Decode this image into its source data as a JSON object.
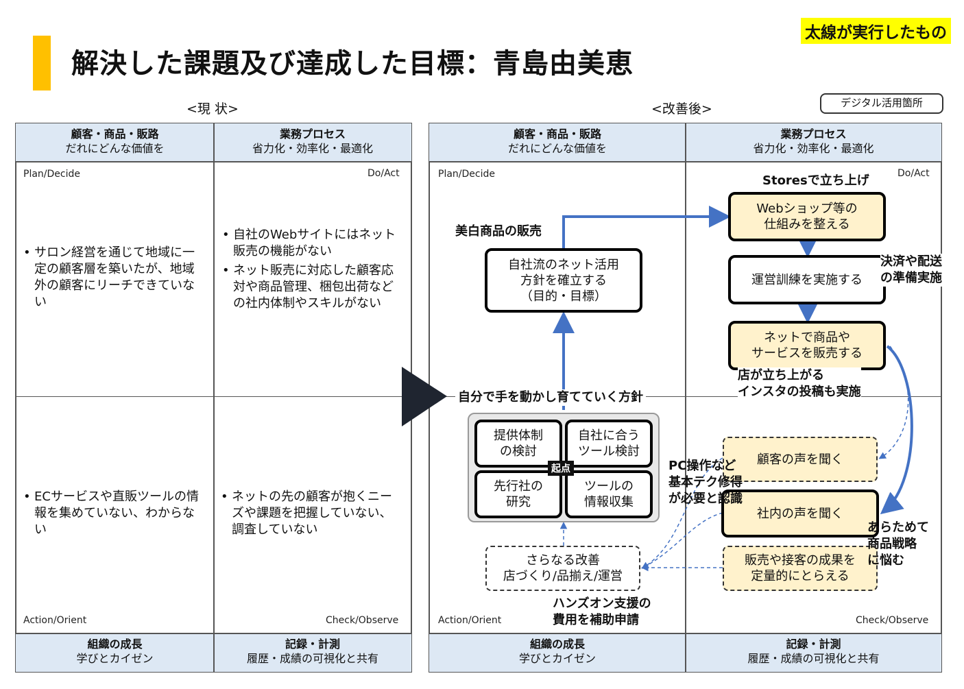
{
  "legend": "太線が実行したもの",
  "title": "解決した課題及び達成した目標：青島由美恵",
  "current_label": "<現 状>",
  "improved_label": "<改善後>",
  "digital_badge": "デジタル活用箇所",
  "headers": {
    "customer_title": "顧客・商品・販路",
    "customer_sub": "だれにどんな価値を",
    "process_title": "業務プロセス",
    "process_sub": "省力化・効率化・最適化",
    "org_title": "組織の成長",
    "org_sub": "学びとカイゼン",
    "record_title": "記録・計測",
    "record_sub": "履歴・成績の可視化と共有"
  },
  "corners": {
    "plan": "Plan/Decide",
    "do": "Do/Act",
    "action": "Action/Orient",
    "check": "Check/Observe"
  },
  "current": {
    "plan_bullets": [
      "サロン経営を通じて地域に一定の顧客層を築いたが、地域外の顧客にリーチできていない"
    ],
    "do_bullets": [
      "自社のWebサイトにはネット販売の機能がない",
      "ネット販売に対応した顧客応対や商品管理、梱包出荷などの社内体制やスキルがない"
    ],
    "action_bullets": [
      "ECサービスや直販ツールの情報を集めていない、わからない"
    ],
    "check_bullets": [
      "ネットの先の顧客が抱くニーズや課題を把握していない、調査していない"
    ]
  },
  "improved": {
    "note_bihaku": "美白商品の販売",
    "box_policy": "自社流のネット活用\n方針を確立する\n（目的・目標）",
    "note_stores": "Storesで立ち上げ",
    "box_webshop": "Webショップ等の\n仕組みを整える",
    "box_training": "運営訓練を実施する",
    "note_payment": "決済や配送\nの準備実施",
    "box_sell": "ネットで商品や\nサービスを販売する",
    "note_launch": "店が立ち上がる\nインスタの投稿も実施",
    "center_policy": "自分で手を動かし育てていく方針",
    "box_supply": "提供体制\nの検討",
    "box_tools": "自社に合う\nツール検討",
    "box_research": "先行社の\n研究",
    "box_info": "ツールの\n情報収集",
    "kiten": "起点",
    "box_customer_voice": "顧客の声を聞く",
    "box_internal_voice": "社内の声を聞く",
    "box_measure": "販売や接客の成果を\n定量的にとらえる",
    "box_improve": "さらなる改善\n店づくり/品揃え/運営",
    "note_pc": "PC操作など\n基本テク修得\nが必要と認識",
    "note_strategy": "あらためて\n商品戦略\nに悩む",
    "note_handson": "ハンズオン支援の\n費用を補助申請"
  }
}
